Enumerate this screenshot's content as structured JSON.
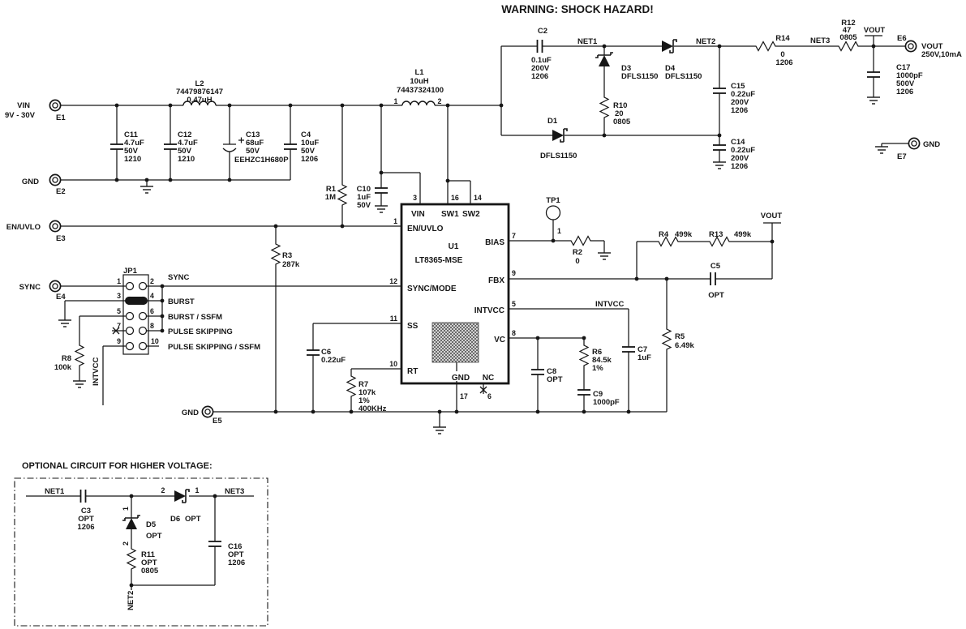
{
  "warning": "WARNING: SHOCK HAZARD!",
  "optional_section": {
    "title": "OPTIONAL CIRCUIT FOR HIGHER VOLTAGE:"
  },
  "nets": {
    "net1": "NET1",
    "net2": "NET2",
    "net3": "NET3",
    "vout": "VOUT",
    "intvcc": "INTVCC"
  },
  "connectors": {
    "e1": {
      "ref": "E1",
      "net": "VIN",
      "note": "9V - 30V"
    },
    "e2": {
      "ref": "E2",
      "net": "GND"
    },
    "e3": {
      "ref": "E3",
      "net": "EN/UVLO"
    },
    "e4": {
      "ref": "E4",
      "net": "SYNC"
    },
    "e5": {
      "ref": "E5",
      "net": "GND"
    },
    "e6": {
      "ref": "E6",
      "net": "VOUT",
      "note": "250V,10mA"
    },
    "e7": {
      "ref": "E7",
      "net": "GND"
    }
  },
  "test_point": {
    "ref": "TP1",
    "pin": "1"
  },
  "ic": {
    "ref": "U1",
    "part": "LT8365-MSE",
    "pins": {
      "en": {
        "num": "1",
        "name": "EN/UVLO"
      },
      "vin": {
        "num": "3",
        "name": "VIN"
      },
      "intvcc": {
        "num": "5",
        "name": "INTVCC"
      },
      "nc": {
        "num": "6",
        "name": "NC"
      },
      "bias": {
        "num": "7",
        "name": "BIAS"
      },
      "vc": {
        "num": "8",
        "name": "VC"
      },
      "fbx": {
        "num": "9",
        "name": "FBX"
      },
      "rt": {
        "num": "10",
        "name": "RT"
      },
      "ss": {
        "num": "11",
        "name": "SS"
      },
      "sync": {
        "num": "12",
        "name": "SYNC/MODE"
      },
      "sw2": {
        "num": "14",
        "name": "SW2"
      },
      "sw1": {
        "num": "16",
        "name": "SW1"
      },
      "gnd": {
        "num": "17",
        "name": "GND"
      }
    }
  },
  "jumper": {
    "ref": "JP1",
    "pins": [
      "1",
      "2",
      "3",
      "4",
      "5",
      "6",
      "7",
      "8",
      "9",
      "10"
    ],
    "options": [
      "SYNC",
      "BURST",
      "BURST / SSFM",
      "PULSE SKIPPING",
      "PULSE SKIPPING / SSFM"
    ]
  },
  "parts": {
    "l2": [
      "L2",
      "74479876147",
      "0.47uH"
    ],
    "l1": [
      "L1",
      "10uH",
      "74437324100"
    ],
    "l1_pins": [
      "1",
      "2"
    ],
    "c11": [
      "C11",
      "4.7uF",
      "50V",
      "1210"
    ],
    "c12": [
      "C12",
      "4.7uF",
      "50V",
      "1210"
    ],
    "c13": [
      "C13",
      "68uF",
      "50V",
      "EEHZC1H680P"
    ],
    "c4": [
      "C4",
      "10uF",
      "50V",
      "1206"
    ],
    "r1": [
      "R1",
      "1M"
    ],
    "c10": [
      "C10",
      "1uF",
      "50V"
    ],
    "r3": [
      "R3",
      "287k"
    ],
    "r8": [
      "R8",
      "100k"
    ],
    "c2": [
      "C2",
      "0.1uF",
      "200V",
      "1206"
    ],
    "d1": [
      "D1",
      "DFLS1150"
    ],
    "d3": [
      "D3",
      "DFLS1150"
    ],
    "d4": [
      "D4",
      "DFLS1150"
    ],
    "r10": [
      "R10",
      "20",
      "0805"
    ],
    "c15": [
      "C15",
      "0.22uF",
      "200V",
      "1206"
    ],
    "c14": [
      "C14",
      "0.22uF",
      "200V",
      "1206"
    ],
    "r14": [
      "R14",
      "0",
      "1206"
    ],
    "r12": [
      "R12",
      "47",
      "0805"
    ],
    "c17": [
      "C17",
      "1000pF",
      "500V",
      "1206"
    ],
    "r2": [
      "R2",
      "0"
    ],
    "r4": [
      "R4",
      "499k"
    ],
    "r13": [
      "R13",
      "499k"
    ],
    "c5": [
      "C5",
      "OPT"
    ],
    "r5": [
      "R5",
      "6.49k"
    ],
    "c6": [
      "C6",
      "0.22uF"
    ],
    "r7": [
      "R7",
      "107k",
      "1%",
      "400KHz"
    ],
    "c7": [
      "C7",
      "1uF"
    ],
    "c8": [
      "C8",
      "OPT"
    ],
    "r6": [
      "R6",
      "84.5k",
      "1%"
    ],
    "c9": [
      "C9",
      "1000pF"
    ],
    "c3": [
      "C3",
      "OPT",
      "1206"
    ],
    "d5": [
      "D5",
      "OPT"
    ],
    "d5_pins": [
      "1",
      "2"
    ],
    "d6": [
      "D6",
      "OPT"
    ],
    "d6_pins": [
      "2",
      "1"
    ],
    "r11": [
      "R11",
      "OPT",
      "0805"
    ],
    "c16": [
      "C16",
      "OPT",
      "1206"
    ]
  }
}
